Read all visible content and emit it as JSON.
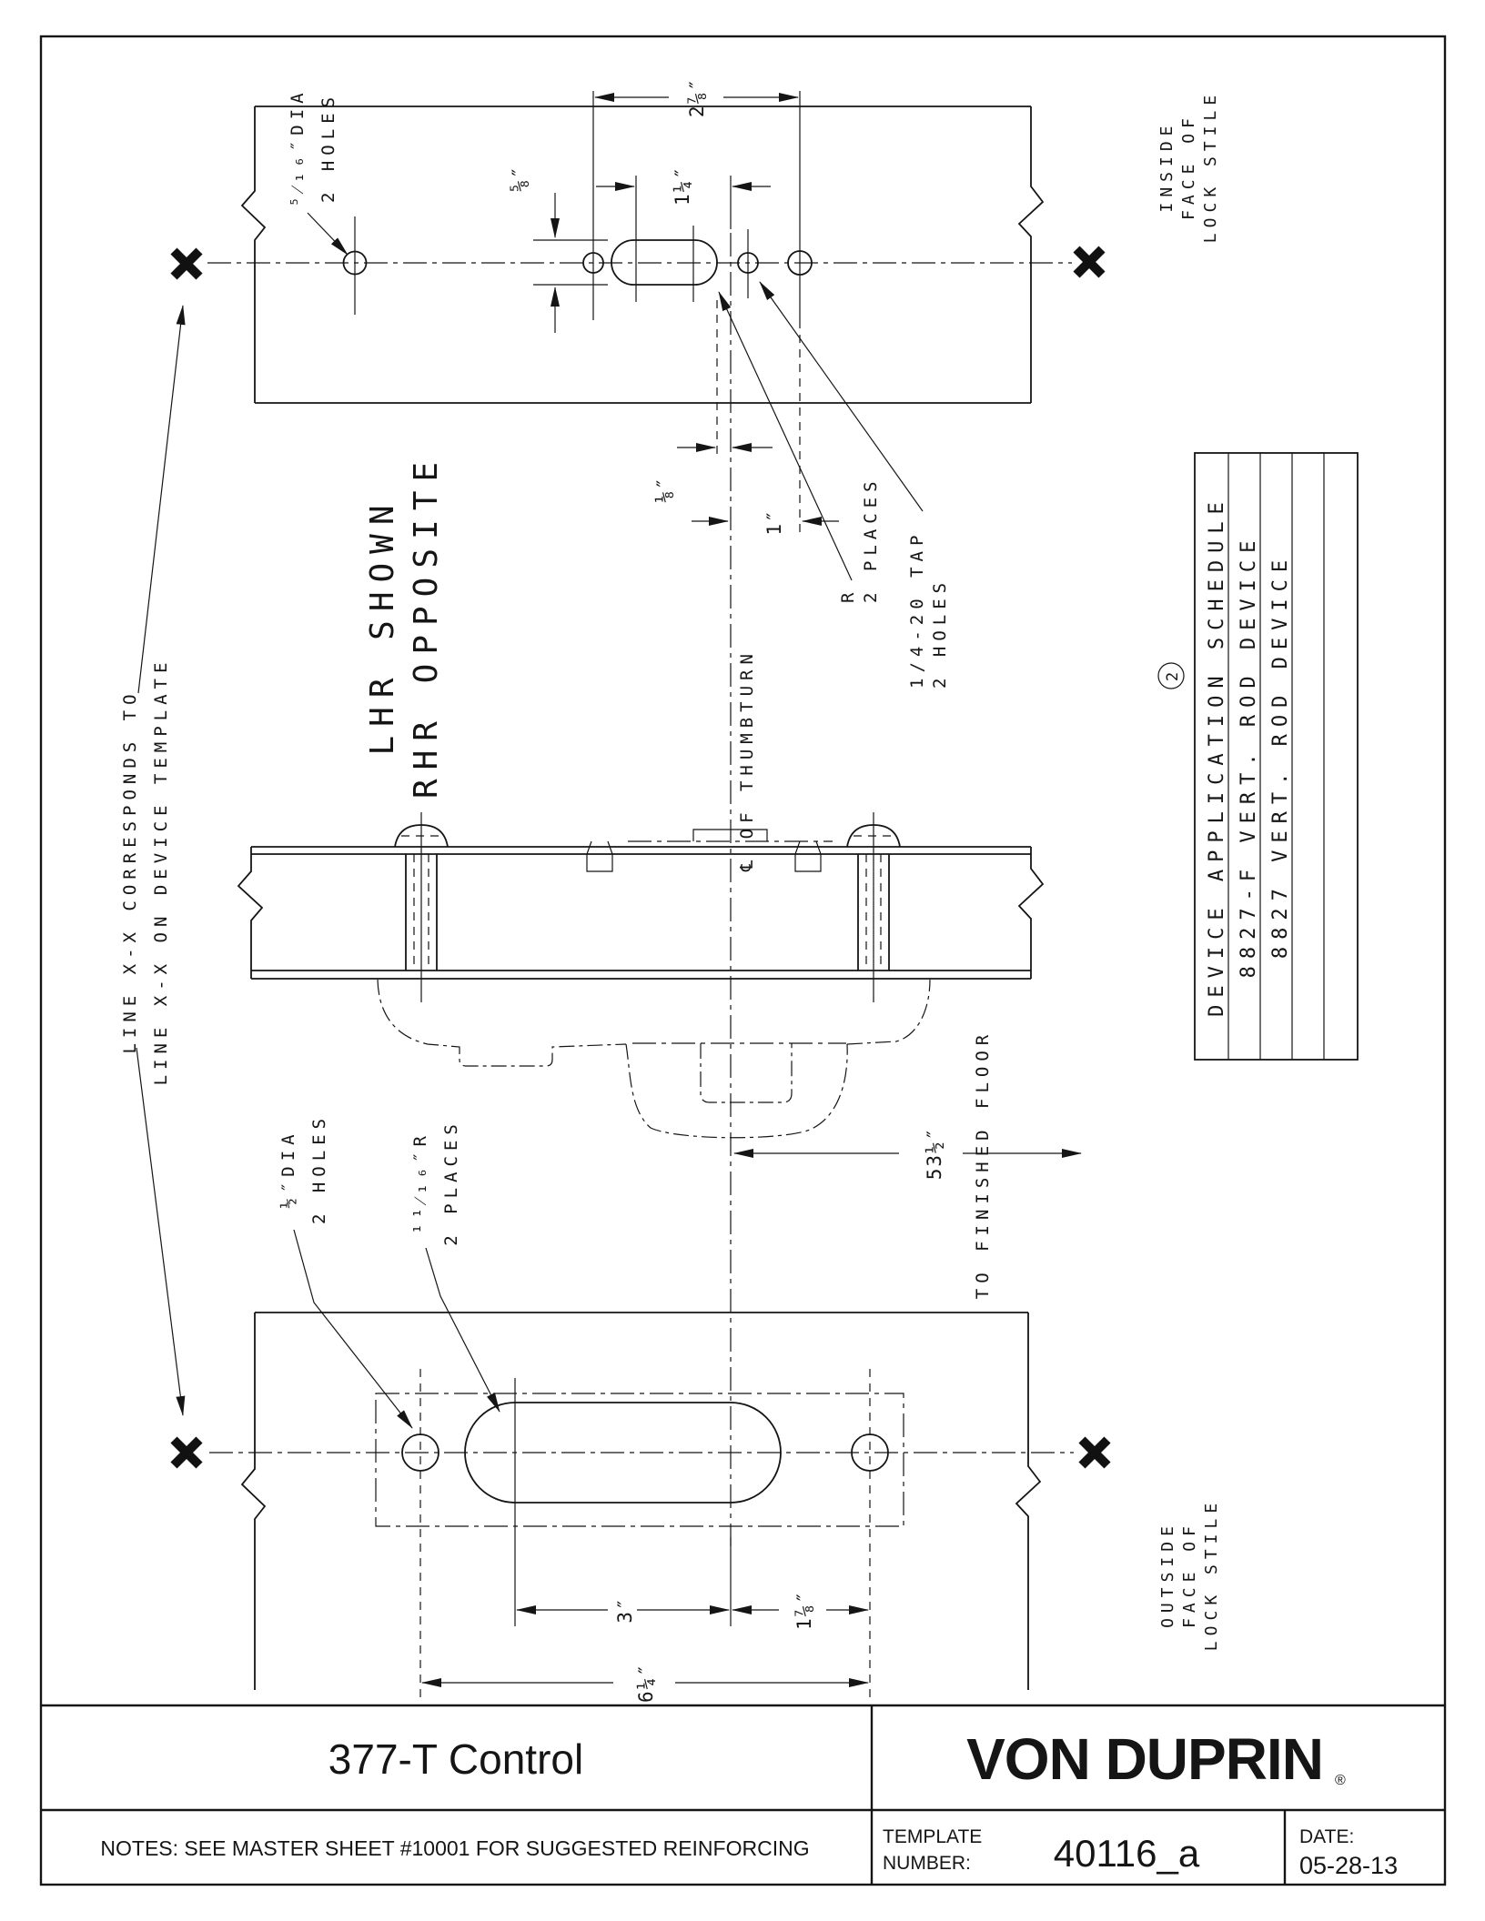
{
  "title_block": {
    "product_title": "377-T Control",
    "brand": "VON DUPRIN",
    "registered": "®",
    "notes": "NOTES: SEE MASTER SHEET #10001 FOR SUGGESTED REINFORCING",
    "template_label_1": "TEMPLATE",
    "template_label_2": "NUMBER:",
    "template_number": "40116_a",
    "date_label": "DATE:",
    "date_value": "05-28-13"
  },
  "top_view": {
    "dim_hole_spacing": "2⅞″",
    "dim_slot_to_cl": "1¼″",
    "dim_slot_width": "⅝″",
    "note_dia_line1": "⁵⁄₁₆″DIA",
    "note_dia_line2": "2 HOLES",
    "dim_eighth": "⅛″",
    "dim_one": "1″",
    "note_r_line1": "R",
    "note_r_line2": "2 PLACES",
    "note_tap_line1": "1/4-20 TAP",
    "note_tap_line2": "2 HOLES",
    "face_line1": "INSIDE",
    "face_line2": "FACE OF",
    "face_line3": "LOCK STILE"
  },
  "center_notes": {
    "hand_line1": "LHR SHOWN",
    "hand_line2": "RHR OPPOSITE",
    "thumbturn_cl": "℄ OF THUMBTURN",
    "line_xx_1": "LINE X-X CORRESPONDS TO",
    "line_xx_2": "LINE X-X ON DEVICE TEMPLATE"
  },
  "schedule": {
    "badge": "2",
    "header": "DEVICE APPLICATION SCHEDULE",
    "rows": [
      "8827-F VERT. ROD DEVICE",
      "8827 VERT. ROD DEVICE",
      "",
      ""
    ]
  },
  "floor_dim": {
    "value": "53½″",
    "label": "TO FINISHED FLOOR"
  },
  "bottom_view": {
    "note_dia_line1": "½″DIA",
    "note_dia_line2": "2 HOLES",
    "note_r_line1": "¹¹⁄₁₆″R",
    "note_r_line2": "2 PLACES",
    "dim_slot": "3″",
    "dim_right": "1⅞″",
    "dim_overall": "6¼″",
    "face_line1": "OUTSIDE",
    "face_line2": "FACE OF",
    "face_line3": "LOCK STILE"
  }
}
